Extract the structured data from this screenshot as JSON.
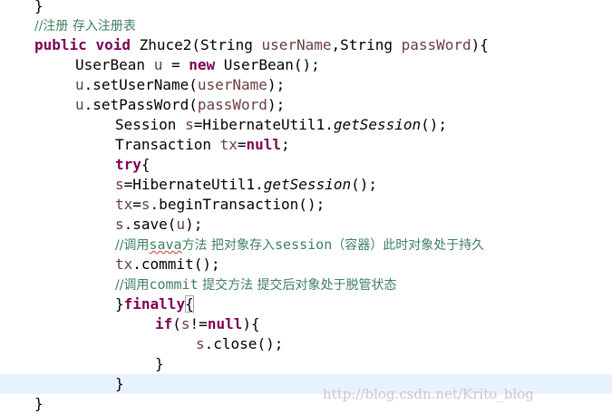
{
  "editor": {
    "lines": {
      "l0": {
        "t0": "}"
      },
      "l1": {
        "t0": "//注册 存入注册表"
      },
      "l2": {
        "t0": "public",
        "t1": " ",
        "t2": "void",
        "t3": " Zhuce2(String ",
        "t4": "userName",
        "t5": ",String ",
        "t6": "passWord",
        "t7": "){"
      },
      "l3": {
        "t0": "UserBean ",
        "t1": "u",
        "t2": " = ",
        "t3": "new",
        "t4": " UserBean();"
      },
      "l4": {
        "t0": "u",
        "t1": ".setUserName(",
        "t2": "userName",
        "t3": ");"
      },
      "l5": {
        "t0": "u",
        "t1": ".setPassWord(",
        "t2": "passWord",
        "t3": ");"
      },
      "l6": {
        "t0": "Session ",
        "t1": "s",
        "t2": "=HibernateUtil1.",
        "t3": "getSession",
        "t4": "();"
      },
      "l7": {
        "t0": "Transaction ",
        "t1": "tx",
        "t2": "=",
        "t3": "null",
        "t4": ";"
      },
      "l8": {
        "t0": "try",
        "t1": "{"
      },
      "l9": {
        "t0": "s",
        "t1": "=HibernateUtil1.",
        "t2": "getSession",
        "t3": "();"
      },
      "l10": {
        "t0": "tx",
        "t1": "=",
        "t2": "s",
        "t3": ".beginTransaction();"
      },
      "l11": {
        "t0": "s",
        "t1": ".save(",
        "t2": "u",
        "t3": ");"
      },
      "l12": {
        "t0": "//调用",
        "t1": "sava",
        "t2": "方法 把对象存入",
        "t3": "session",
        "t4": "（容器）此时对象处于持久"
      },
      "l13": {
        "t0": "tx",
        "t1": ".commit();"
      },
      "l14": {
        "t0": "//调用",
        "t1": "commit",
        "t2": " 提交方法 提交后对象处于脱管状态"
      },
      "l15": {
        "t0": "}",
        "t1": "finally",
        "t2": "{"
      },
      "l16": {
        "t0": "if",
        "t1": "(",
        "t2": "s",
        "t3": "!=",
        "t4": "null",
        "t5": "){"
      },
      "l17": {
        "t0": "s",
        "t1": ".close();"
      },
      "l18": {
        "t0": "}"
      },
      "l19": {
        "t0": "}"
      },
      "l20": {
        "t0": "}"
      }
    },
    "watermark": "http://blog.csdn.net/Krito_blog",
    "colors": {
      "keyword": "#7f0055",
      "comment": "#3f7f5f",
      "field": "#0000c0",
      "parameter": "#6a3e3e",
      "current_line": "#e8f2fe"
    }
  }
}
